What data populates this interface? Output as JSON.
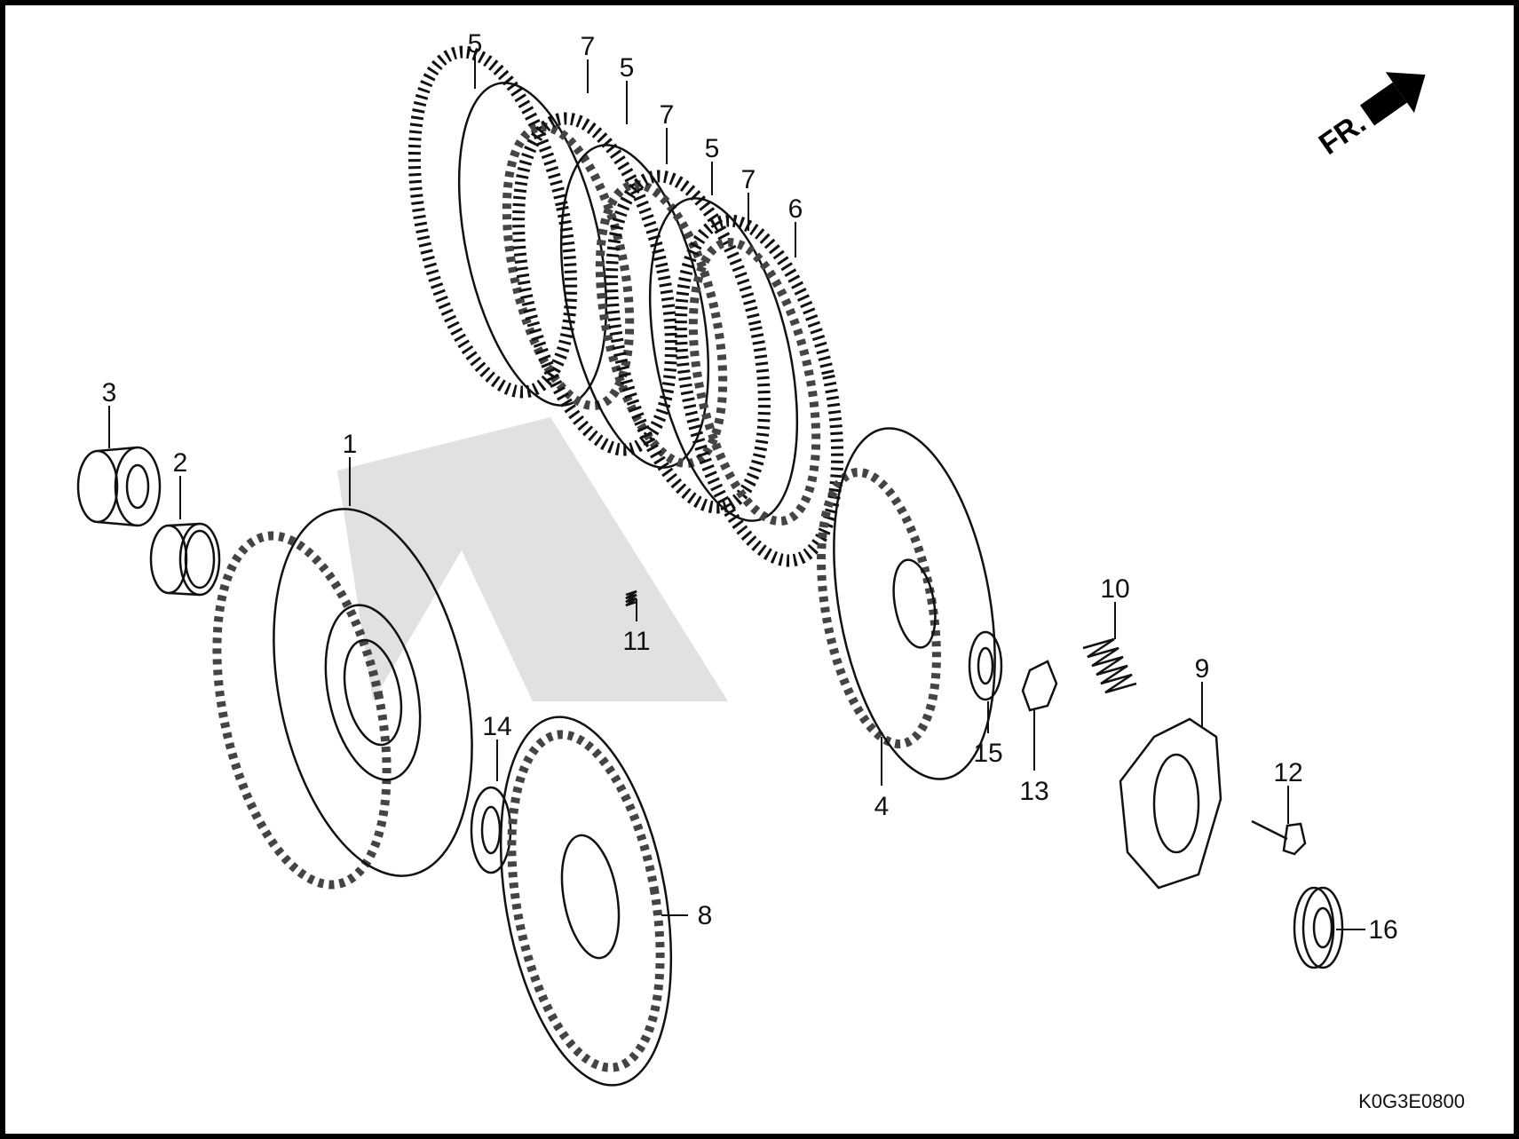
{
  "diagram": {
    "code": "K0G3E0800",
    "direction_label": "FR.",
    "direction_icon": "front-arrow-icon",
    "callouts": [
      {
        "number": "5"
      },
      {
        "number": "7"
      },
      {
        "number": "5"
      },
      {
        "number": "7"
      },
      {
        "number": "5"
      },
      {
        "number": "7"
      },
      {
        "number": "6"
      },
      {
        "number": "3"
      },
      {
        "number": "2"
      },
      {
        "number": "1"
      },
      {
        "number": "11"
      },
      {
        "number": "10"
      },
      {
        "number": "9"
      },
      {
        "number": "14"
      },
      {
        "number": "15"
      },
      {
        "number": "13"
      },
      {
        "number": "4"
      },
      {
        "number": "12"
      },
      {
        "number": "8"
      },
      {
        "number": "16"
      }
    ]
  }
}
